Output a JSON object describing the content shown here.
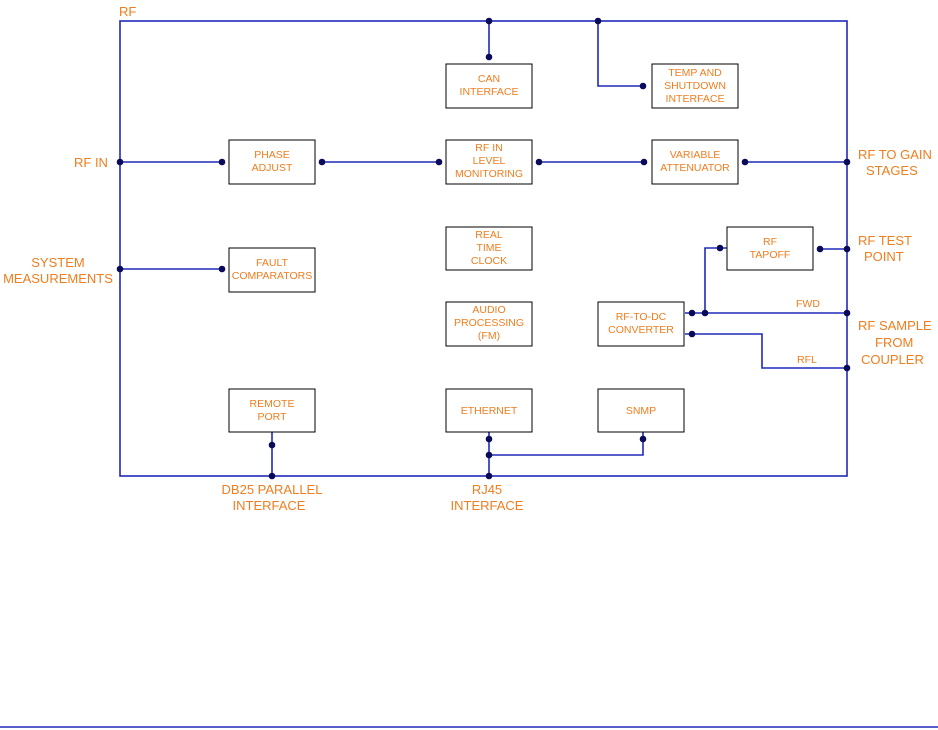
{
  "colors": {
    "wire": "#1f2ab8",
    "label": "#f07d1e",
    "junction": "#0a0a5a",
    "box_border": "#000000"
  },
  "external_labels": {
    "rf": "RF",
    "rf_in": "RF IN",
    "system_measurements": [
      "SYSTEM",
      "MEASUREMENTS"
    ],
    "rf_to_gain_stages": [
      "RF TO GAIN",
      "STAGES"
    ],
    "rf_test_point": [
      "RF TEST",
      "POINT"
    ],
    "rf_sample_from_coupler": [
      "RF SAMPLE",
      "FROM",
      "COUPLER"
    ],
    "db25_parallel_interface": [
      "DB25 PARALLEL",
      "INTERFACE"
    ],
    "rj45_interface": [
      "RJ45",
      "INTERFACE"
    ]
  },
  "signal_labels": {
    "fwd": "FWD",
    "rfl": "RFL"
  },
  "blocks": {
    "can_interface": [
      "CAN",
      "INTERFACE"
    ],
    "temp_shutdown": [
      "TEMP AND",
      "SHUTDOWN",
      "INTERFACE"
    ],
    "phase_adjust": [
      "PHASE",
      "ADJUST"
    ],
    "rf_in_level": [
      "RF IN",
      "LEVEL",
      "MONITORING"
    ],
    "variable_attenuator": [
      "VARIABLE",
      "ATTENUATOR"
    ],
    "fault_comparators": [
      "FAULT",
      "COMPARATORS"
    ],
    "real_time_clock": [
      "REAL",
      "TIME",
      "CLOCK"
    ],
    "rf_tapoff": [
      "RF",
      "TAPOFF"
    ],
    "audio_processing": [
      "AUDIO",
      "PROCESSING",
      "(FM)"
    ],
    "rf_to_dc": [
      "RF-TO-DC",
      "CONVERTER"
    ],
    "remote_port": [
      "REMOTE",
      "PORT"
    ],
    "ethernet": [
      "ETHERNET"
    ],
    "snmp": [
      "SNMP"
    ]
  }
}
